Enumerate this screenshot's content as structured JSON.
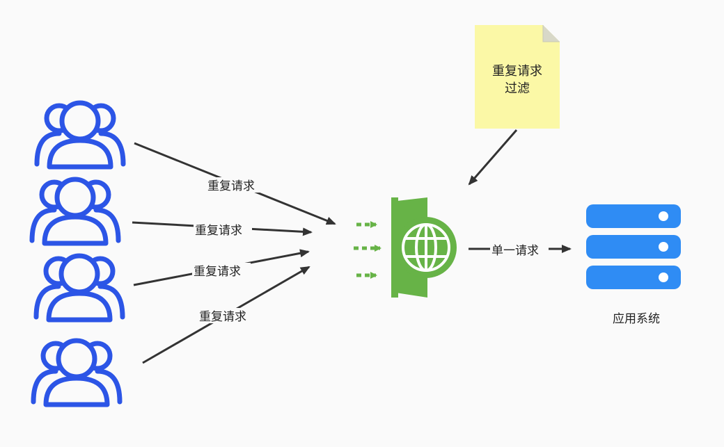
{
  "edges": {
    "user1": "重复请求",
    "user2": "重复请求",
    "user3": "重复请求",
    "user4": "重复请求",
    "gateway_to_app": "单一请求"
  },
  "note": {
    "line1": "重复请求",
    "line2": "过滤"
  },
  "app": {
    "label": "应用系统"
  },
  "colors": {
    "user_icon": "#2c55e6",
    "gateway": "#67b347",
    "server": "#2f8cf4",
    "note_bg": "#fbf8a6",
    "arrow": "#333333"
  },
  "icons": [
    "users-group-icon",
    "gateway-globe-icon",
    "server-icon",
    "note-icon"
  ]
}
